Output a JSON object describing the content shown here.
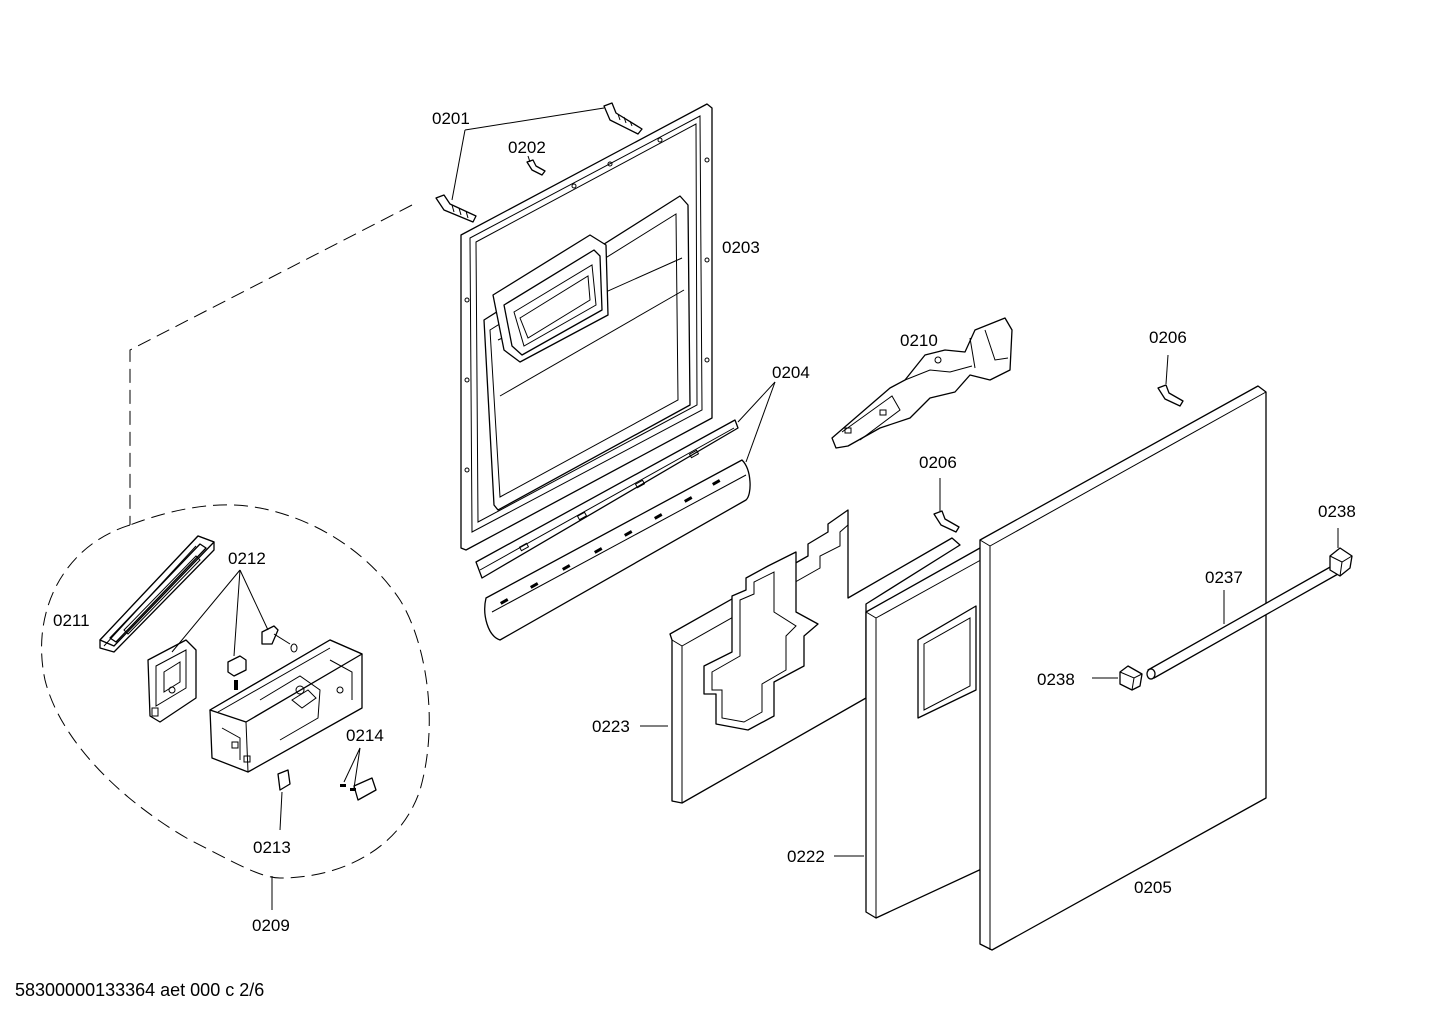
{
  "labels": {
    "p0201": "0201",
    "p0202": "0202",
    "p0203": "0203",
    "p0204": "0204",
    "p0205": "0205",
    "p0206a": "0206",
    "p0206b": "0206",
    "p0209": "0209",
    "p0210": "0210",
    "p0211": "0211",
    "p0212": "0212",
    "p0213": "0213",
    "p0214": "0214",
    "p0222": "0222",
    "p0223": "0223",
    "p0237": "0237",
    "p0238a": "0238",
    "p0238b": "0238"
  },
  "footer": "58300000133364 aet 000 c 2/6"
}
